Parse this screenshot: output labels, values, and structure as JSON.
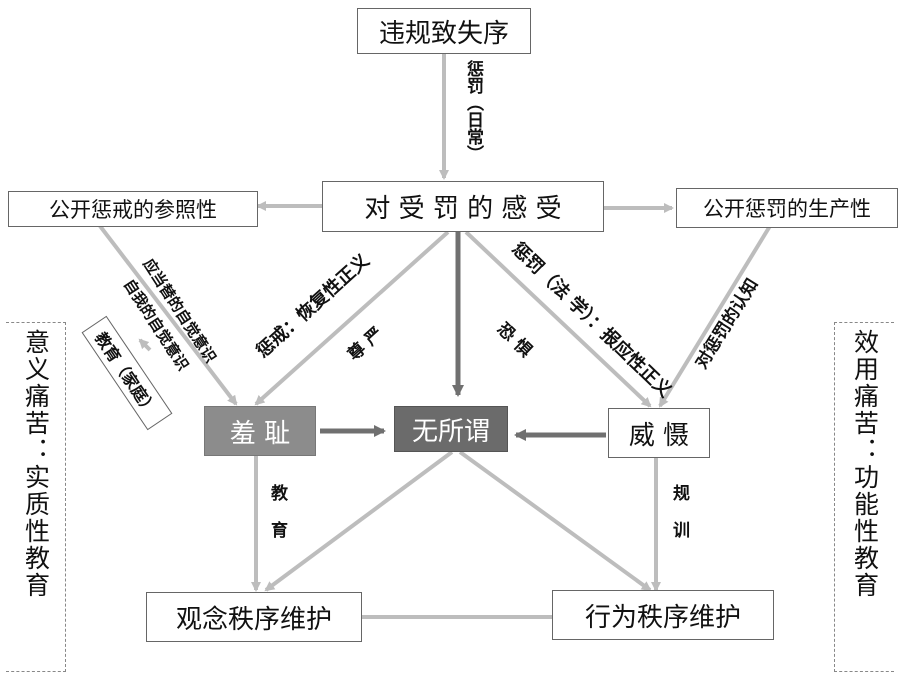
{
  "nodes": {
    "top": "违规致失序",
    "center": "对 受 罚 的 感 受",
    "left_ref": "公开惩戒的参照性",
    "right_prod": "公开惩罚的生产性",
    "shame": "羞 耻",
    "indifferent": "无所谓",
    "deterrence": "威 慑",
    "concept_order": "观念秩序维护",
    "behavior_order": "行为秩序维护",
    "family_edu": "教育（家庭）",
    "left_side": "意义痛苦：实质性教育",
    "right_side": "效用痛苦：功能性教育"
  },
  "labels": {
    "punish_daily": "惩罚（日常）",
    "self_awareness_should": "应当替的自觉意识",
    "self_awareness_self": "自我的自觉意识",
    "restorative": "惩戒：恢复性正义",
    "dignity": "尊 严",
    "retributive": "惩罚（法 学）：报应性正义",
    "fear": "恐 惧",
    "cognition": "对惩罚的认知",
    "education": "教 育",
    "discipline": "规 训"
  },
  "colors": {
    "arrow_light": "#bdbdbd",
    "arrow_dark": "#707070",
    "box_dark": "#6b6b6b",
    "box_mid": "#8c8c8c"
  }
}
